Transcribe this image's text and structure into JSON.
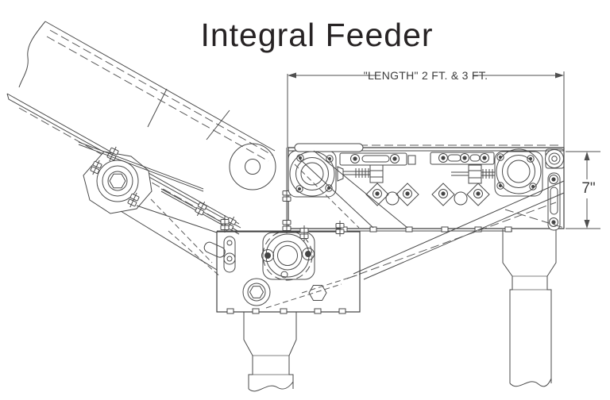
{
  "title": "Integral Feeder",
  "dimensions": {
    "length_label": "\"LENGTH\" 2 FT. & 3 FT.",
    "height_label": "7\""
  },
  "colors": {
    "background": "#ffffff",
    "line": "#4a4a4a",
    "text": "#272324"
  }
}
